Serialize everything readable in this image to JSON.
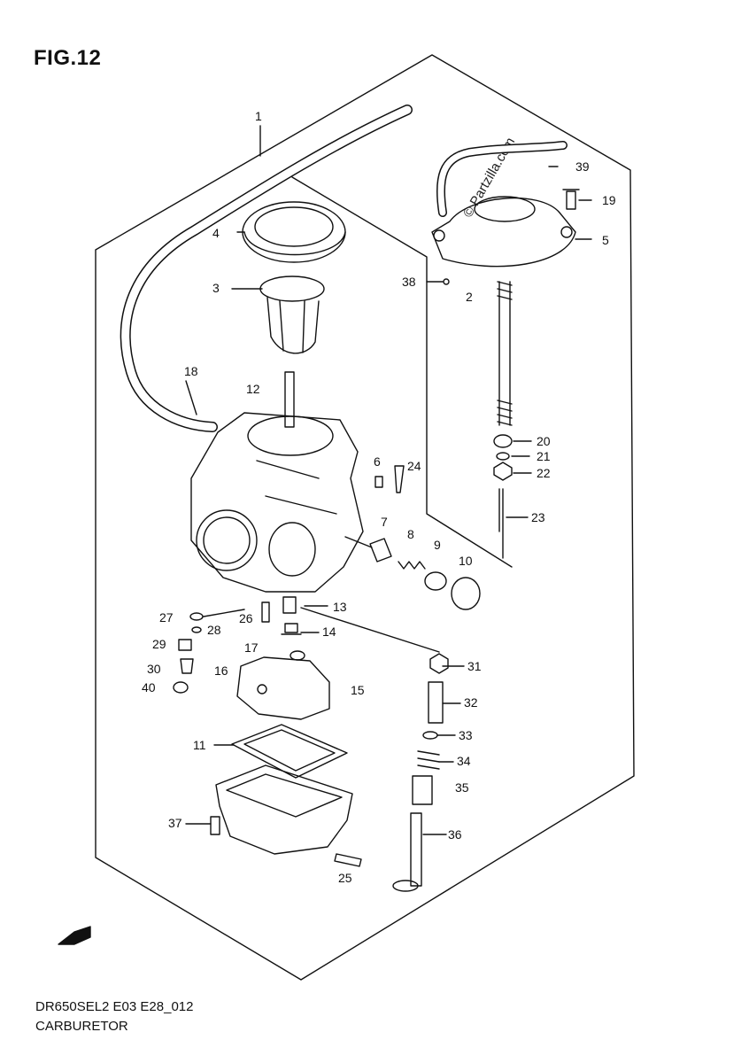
{
  "figure_title": "FIG.12",
  "model_code": "DR650SEL2 E03 E28_012",
  "section_name": "CARBURETOR",
  "watermark": "© Partzilla.com",
  "callouts": [
    {
      "id": "1",
      "label": "1"
    },
    {
      "id": "2",
      "label": "2"
    },
    {
      "id": "3",
      "label": "3"
    },
    {
      "id": "4",
      "label": "4"
    },
    {
      "id": "5",
      "label": "5"
    },
    {
      "id": "6",
      "label": "6"
    },
    {
      "id": "7",
      "label": "7"
    },
    {
      "id": "8",
      "label": "8"
    },
    {
      "id": "9",
      "label": "9"
    },
    {
      "id": "10",
      "label": "10"
    },
    {
      "id": "11",
      "label": "11"
    },
    {
      "id": "12",
      "label": "12"
    },
    {
      "id": "13",
      "label": "13"
    },
    {
      "id": "14",
      "label": "14"
    },
    {
      "id": "15",
      "label": "15"
    },
    {
      "id": "16",
      "label": "16"
    },
    {
      "id": "17",
      "label": "17"
    },
    {
      "id": "18",
      "label": "18"
    },
    {
      "id": "19",
      "label": "19"
    },
    {
      "id": "20",
      "label": "20"
    },
    {
      "id": "21",
      "label": "21"
    },
    {
      "id": "22",
      "label": "22"
    },
    {
      "id": "23",
      "label": "23"
    },
    {
      "id": "24",
      "label": "24"
    },
    {
      "id": "25",
      "label": "25"
    },
    {
      "id": "26",
      "label": "26"
    },
    {
      "id": "27",
      "label": "27"
    },
    {
      "id": "28",
      "label": "28"
    },
    {
      "id": "29",
      "label": "29"
    },
    {
      "id": "30",
      "label": "30"
    },
    {
      "id": "31",
      "label": "31"
    },
    {
      "id": "32",
      "label": "32"
    },
    {
      "id": "33",
      "label": "33"
    },
    {
      "id": "34",
      "label": "34"
    },
    {
      "id": "35",
      "label": "35"
    },
    {
      "id": "36",
      "label": "36"
    },
    {
      "id": "37",
      "label": "37"
    },
    {
      "id": "38",
      "label": "38"
    },
    {
      "id": "39",
      "label": "39"
    },
    {
      "id": "40",
      "label": "40"
    }
  ],
  "colors": {
    "ink": "#111111",
    "background": "#ffffff"
  }
}
